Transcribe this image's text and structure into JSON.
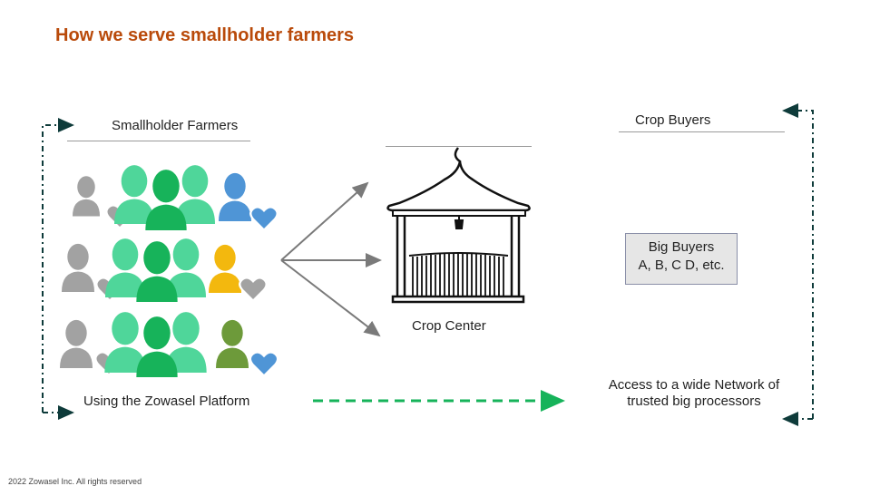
{
  "title": "How we serve smallholder farmers",
  "smallholder": {
    "label": "Smallholder Farmers"
  },
  "crop_center": {
    "label": "Crop Center"
  },
  "crop_buyers": {
    "label": "Crop Buyers",
    "box_line1": "Big Buyers",
    "box_line2": "A, B, C D, etc."
  },
  "platform_label": "Using the Zowasel Platform",
  "network_label": "Access to a wide Network of trusted big processors",
  "footer": "2022 Zowasel Inc. All rights reserved",
  "colors": {
    "title": "#b94a0a",
    "green_light": "#4fd69a",
    "green_dark": "#17b35a",
    "grey": "#a2a2a2",
    "blue": "#4f95d6",
    "yellow": "#f3b80e",
    "olive": "#6d9a3a",
    "arrow_green": "#16b35a",
    "arrow_dark": "#0e3b3a"
  },
  "icons": [
    "farmer-group-icon",
    "heart-icon",
    "crop-center-building-icon",
    "arrow-icon"
  ]
}
